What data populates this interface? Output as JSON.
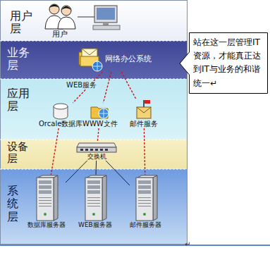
{
  "diagram": {
    "nodes": [
      {
        "text": [
          "用户层"
        ]
      },
      {
        "text": [
          "用户"
        ],
        "in": 0
      },
      {
        "text": [
          "业务层"
        ]
      },
      {
        "text": [
          "网络办公系统"
        ],
        "in": 2
      },
      {
        "text": [
          "应用层"
        ]
      },
      {
        "text": [
          "Orcale数据库"
        ],
        "in": 4
      },
      {
        "text": [
          "WWW文件"
        ],
        "in": 4
      },
      {
        "text": [
          "邮件服务"
        ],
        "in": 4
      },
      {
        "text": [
          "设备层"
        ]
      },
      {
        "text": [
          "交换机"
        ],
        "in": 8
      },
      {
        "text": [
          "系统层"
        ]
      },
      {
        "text": [
          "数据库服务器"
        ],
        "in": 10
      },
      {
        "text": [
          "WEB服务器"
        ],
        "in": 10
      },
      {
        "text": [
          "邮件服务器"
        ],
        "in": 10
      },
      {
        "text": [
          "站在这一层管理IT资源，才能真正达到IT与业务的和谐统一↵"
        ]
      }
    ],
    "edges": [
      {
        "from": 3,
        "to": 5,
        "arrow": "none"
      },
      {
        "from": 3,
        "to": 6,
        "arrow": "none"
      },
      {
        "from": 3,
        "to": 7,
        "arrow": "none"
      },
      {
        "from": 5,
        "to": 11,
        "arrow": "none"
      },
      {
        "from": 6,
        "to": 9,
        "arrow": "none"
      },
      {
        "from": 7,
        "to": 13,
        "arrow": "none"
      },
      {
        "from": 9,
        "to": 11,
        "arrow": "none"
      },
      {
        "from": 9,
        "to": 12,
        "arrow": "none"
      },
      {
        "from": 9,
        "to": 13,
        "arrow": "none"
      }
    ],
    "labels": [
      "WEB服务",
      "↵"
    ]
  }
}
